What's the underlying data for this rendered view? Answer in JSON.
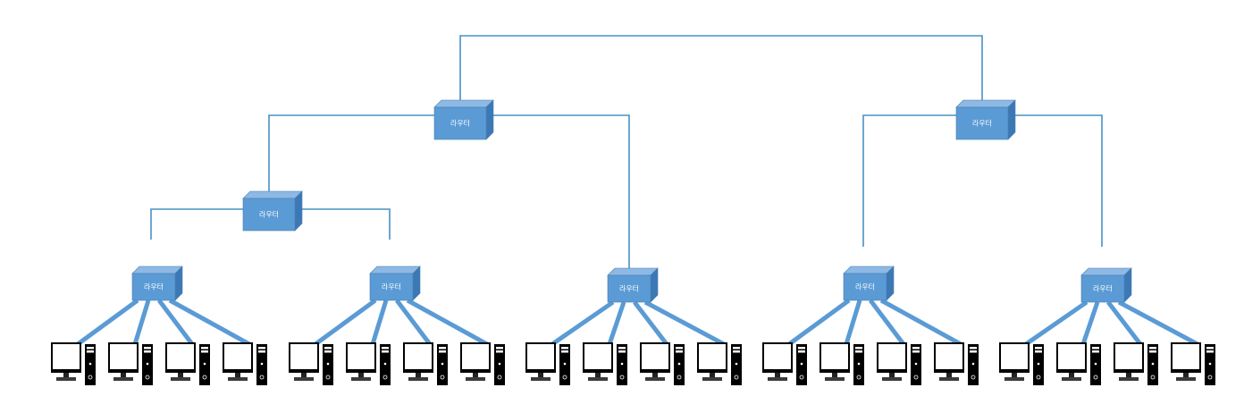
{
  "router_label": "라우터",
  "colors": {
    "link": "#4a90c4",
    "router_front": "#5b9bd5",
    "router_top": "#8db9e4",
    "router_side": "#3c78b5"
  },
  "routers": [
    {
      "id": "core-left",
      "label": "라우터"
    },
    {
      "id": "core-right",
      "label": "라우터"
    },
    {
      "id": "mid-left",
      "label": "라우터"
    },
    {
      "id": "access-1",
      "label": "라우터"
    },
    {
      "id": "access-2",
      "label": "라우터"
    },
    {
      "id": "access-3",
      "label": "라우터"
    },
    {
      "id": "access-4",
      "label": "라우터"
    },
    {
      "id": "access-5",
      "label": "라우터"
    }
  ],
  "computers_per_access_router": 4,
  "icons": {
    "router": "router-box-icon",
    "computer": "desktop-computer-icon"
  }
}
